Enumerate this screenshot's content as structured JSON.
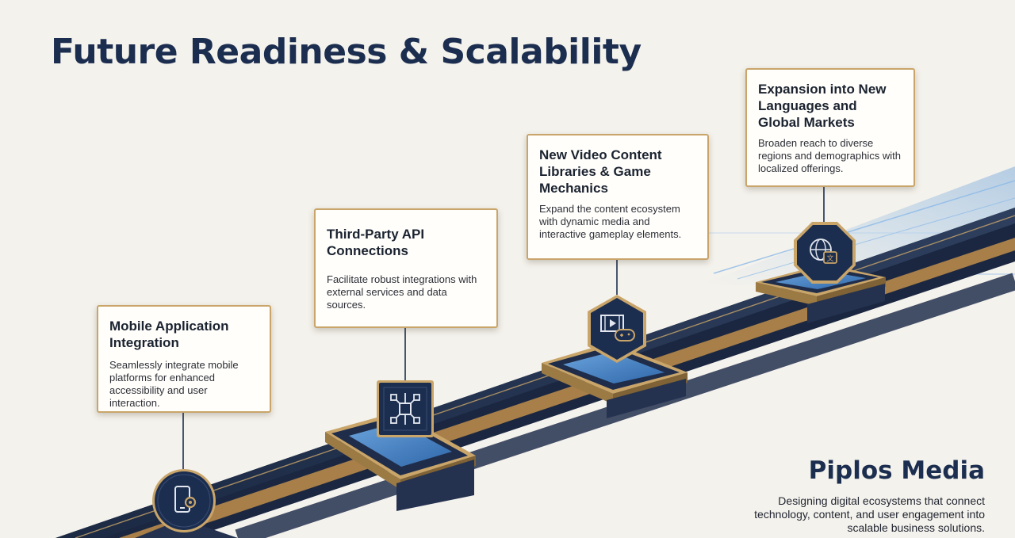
{
  "title": "Future Readiness & Scalability",
  "milestones": [
    {
      "heading": "Mobile Application Integration",
      "description": "Seamlessly integrate mobile platforms for enhanced accessibility and user interaction.",
      "icon": "mobile-gear-icon"
    },
    {
      "heading": "Third-Party API Connections",
      "description": "Facilitate robust integrations with external services and data sources.",
      "icon": "network-nodes-icon"
    },
    {
      "heading": "New Video Content Libraries & Game Mechanics",
      "description": "Expand the content ecosystem with dynamic media and interactive gameplay elements.",
      "icon": "video-gamepad-icon"
    },
    {
      "heading": "Expansion into New Languages and Global Markets",
      "description": "Broaden reach to diverse regions and demographics with localized offerings.",
      "icon": "globe-translate-icon"
    }
  ],
  "brand": {
    "name": "Piplos Media",
    "tagline": "Designing digital ecosystems that connect technology, content, and user engagement into scalable business solutions."
  },
  "colors": {
    "navy": "#1c2e50",
    "gold": "#c9a56a",
    "blue": "#3f7ec4",
    "background": "#f4f2ec"
  }
}
